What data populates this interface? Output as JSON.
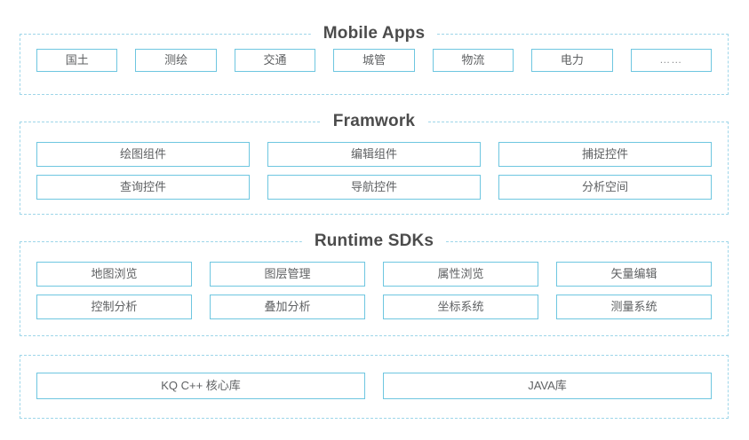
{
  "diagram": {
    "colors": {
      "box_border": "#6ec6e0",
      "layer_border": "#9ed6e9",
      "title_text": "#4c4c4c",
      "box_text": "#5f6163",
      "background": "#ffffff"
    },
    "layers": [
      {
        "id": "mobile-apps",
        "title": "Mobile Apps",
        "rows": [
          {
            "cells": [
              "国土",
              "测绘",
              "交通",
              "城管",
              "物流",
              "电力",
              "……"
            ]
          }
        ]
      },
      {
        "id": "framwork",
        "title": "Framwork",
        "rows": [
          {
            "cells": [
              "绘图组件",
              "编辑组件",
              "捕捉控件"
            ]
          },
          {
            "cells": [
              "查询控件",
              "导航控件",
              "分析空间"
            ]
          }
        ]
      },
      {
        "id": "runtime-sdks",
        "title": "Runtime SDKs",
        "rows": [
          {
            "cells": [
              "地图浏览",
              "图层管理",
              "属性浏览",
              "矢量编辑"
            ]
          },
          {
            "cells": [
              "控制分析",
              "叠加分析",
              "坐标系统",
              "测量系统"
            ]
          }
        ]
      },
      {
        "id": "core-libraries",
        "title": "",
        "rows": [
          {
            "cells": [
              "KQ C++ 核心库",
              "JAVA库"
            ]
          }
        ]
      }
    ]
  }
}
